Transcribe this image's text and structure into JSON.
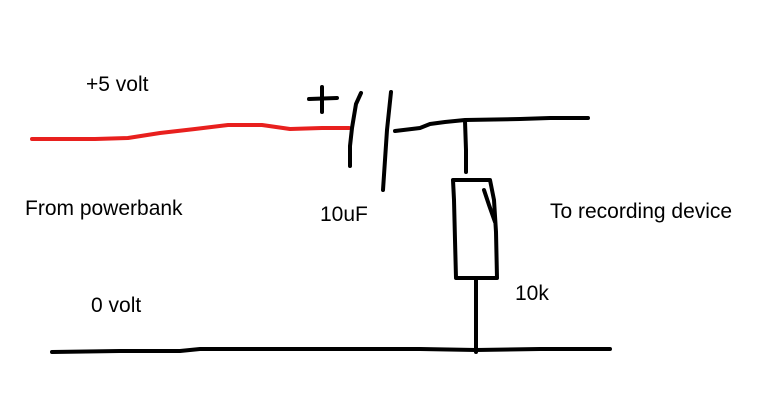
{
  "labels": {
    "supply_voltage": "+5 volt",
    "source": "From powerbank",
    "ground_voltage": "0 volt",
    "capacitor_value": "10uF",
    "destination": "To recording device",
    "resistor_value": "10k",
    "polarity_mark": "+"
  },
  "colors": {
    "positive_wire": "#e8201e",
    "wire": "#000000",
    "background": "#ffffff"
  }
}
